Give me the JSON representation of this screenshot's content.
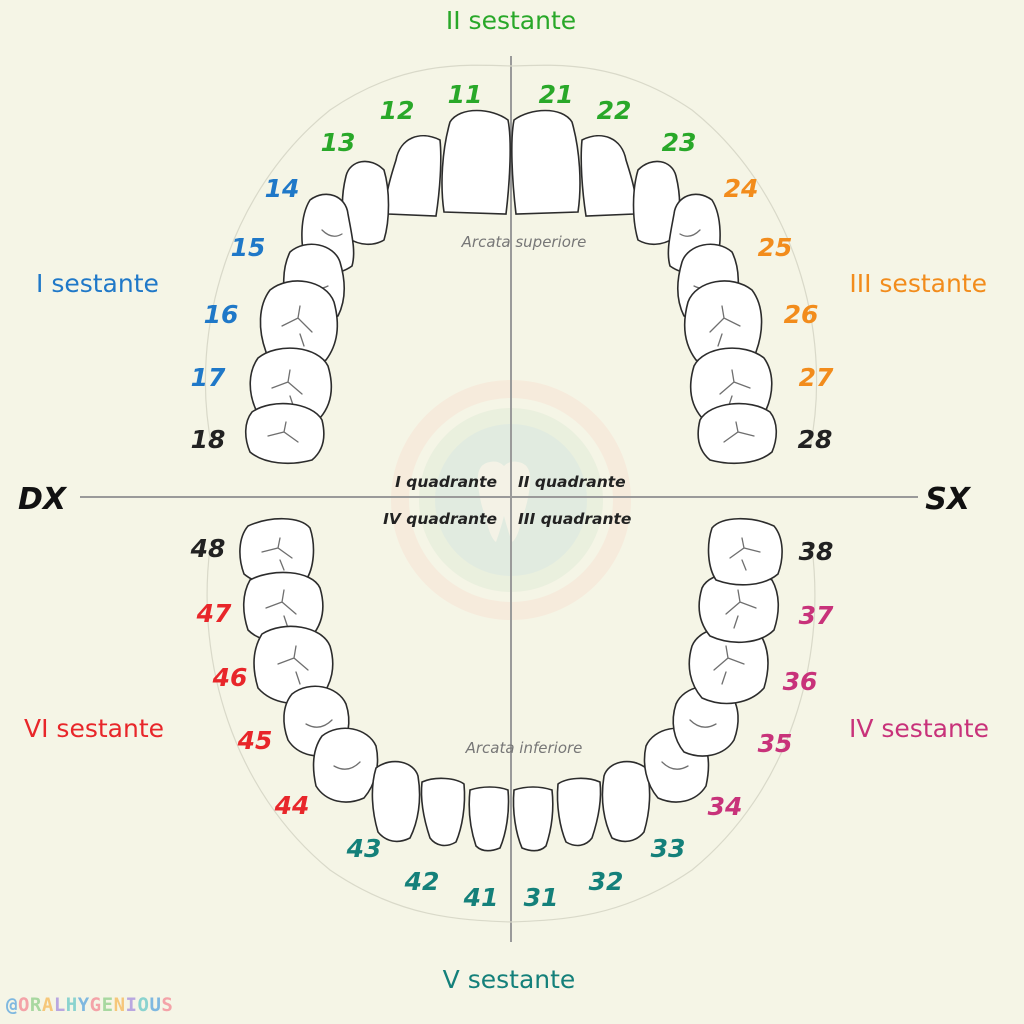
{
  "sextants": {
    "s1": "I sestante",
    "s2": "II sestante",
    "s3": "III sestante",
    "s4": "IV sestante",
    "s5": "V sestante",
    "s6": "VI sestante"
  },
  "sides": {
    "right": "DX",
    "left": "SX"
  },
  "quadrants": {
    "q1": "I quadrante",
    "q2": "II quadrante",
    "q3": "III quadrante",
    "q4": "IV quadrante"
  },
  "arches": {
    "upper": "Arcata superiore",
    "lower": "Arcata inferiore"
  },
  "teeth": {
    "t11": "11",
    "t12": "12",
    "t13": "13",
    "t14": "14",
    "t15": "15",
    "t16": "16",
    "t17": "17",
    "t18": "18",
    "t21": "21",
    "t22": "22",
    "t23": "23",
    "t24": "24",
    "t25": "25",
    "t26": "26",
    "t27": "27",
    "t28": "28",
    "t31": "31",
    "t32": "32",
    "t33": "33",
    "t34": "34",
    "t35": "35",
    "t36": "36",
    "t37": "37",
    "t38": "38",
    "t41": "41",
    "t42": "42",
    "t43": "43",
    "t44": "44",
    "t45": "45",
    "t46": "46",
    "t47": "47",
    "t48": "48"
  },
  "watermark": "@ORALHYGENIOUS",
  "colors": {
    "sextant_1": "#1f78c8",
    "sextant_2": "#29a829",
    "sextant_3": "#f28c1c",
    "sextant_4": "#c8327a",
    "sextant_5": "#14807a",
    "sextant_6": "#e8262a",
    "wisdom": "#222222",
    "axis": "#9a9a9a",
    "background": "#f5f5e6"
  }
}
